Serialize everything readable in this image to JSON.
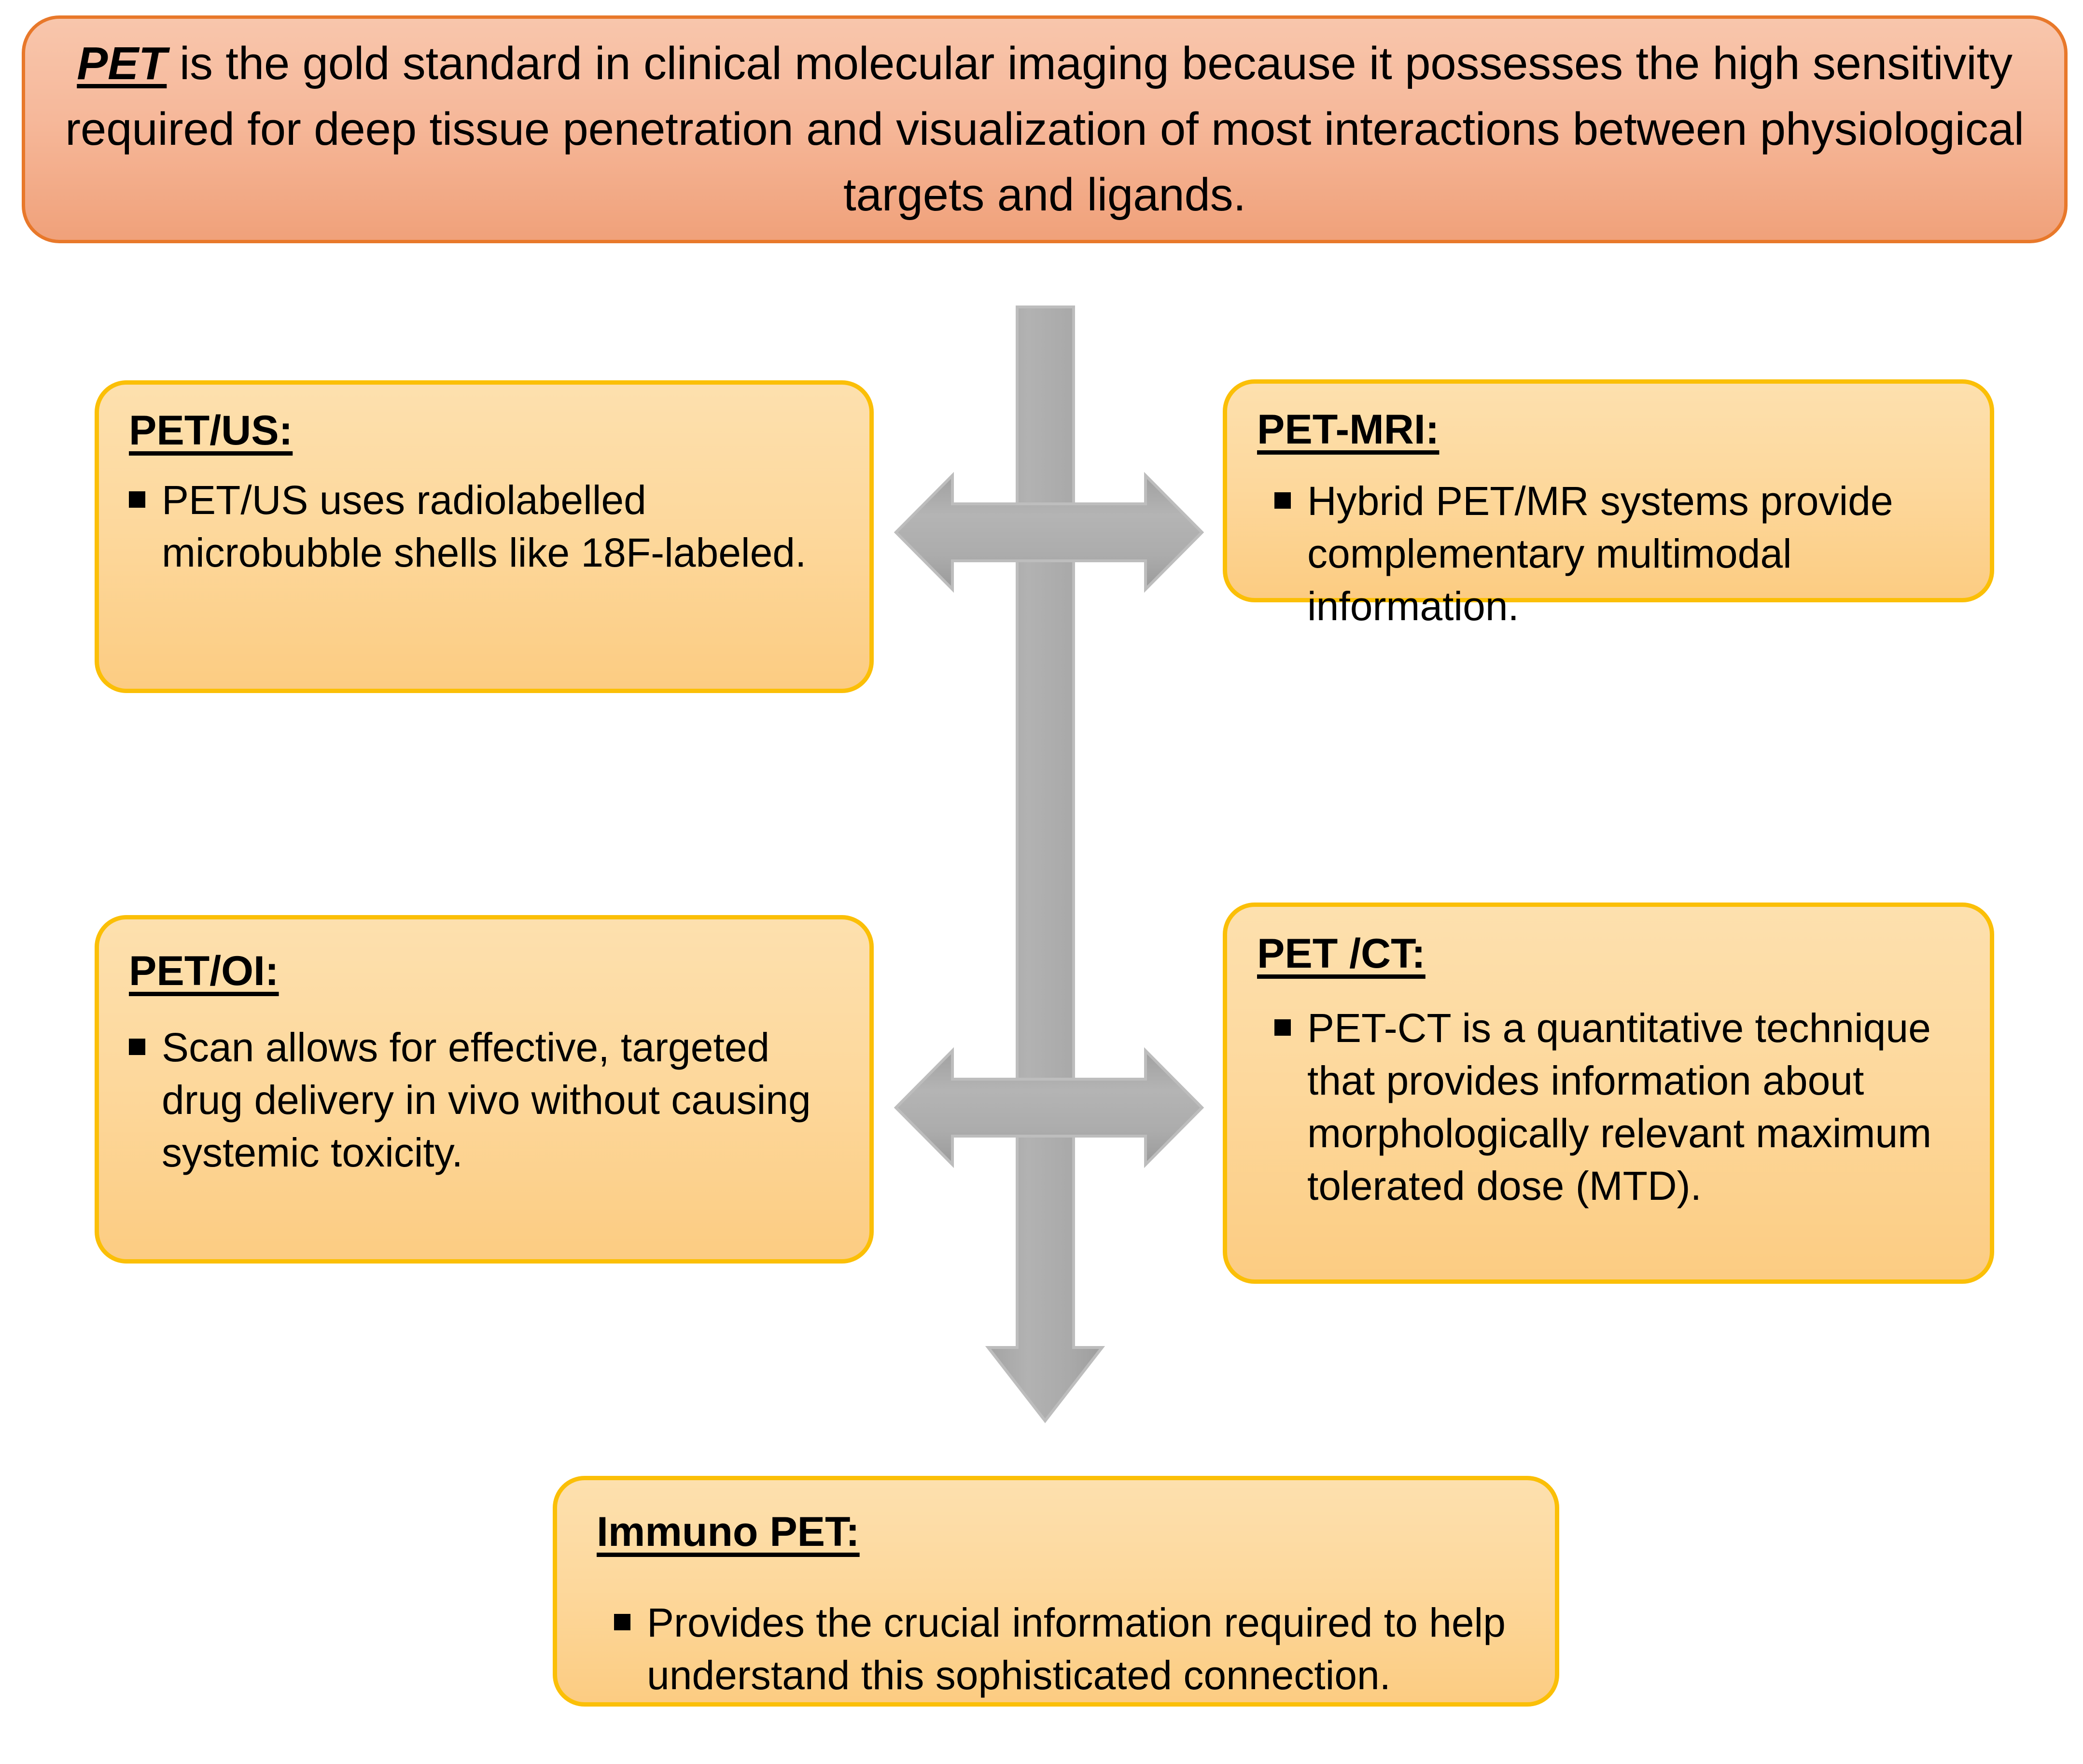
{
  "header": {
    "keyword": "PET",
    "rest": " is the gold standard in clinical molecular imaging because it possesses the high sensitivity required for deep tissue penetration and visualization of most interactions between physiological targets and ligands."
  },
  "boxes": [
    {
      "id": "pet-us",
      "title": "PET/US:",
      "bullet": "PET/US uses radiolabelled microbubble shells like 18F-labeled."
    },
    {
      "id": "pet-mri",
      "title": "PET-MRI:",
      "bullet": "Hybrid PET/MR systems provide complementary multimodal information."
    },
    {
      "id": "pet-oi",
      "title": "PET/OI:",
      "bullet": "Scan allows for effective, targeted drug delivery in vivo without causing systemic toxicity."
    },
    {
      "id": "pet-ct",
      "title": "PET /CT:",
      "bullet": "PET-CT is a quantitative technique that provides information about morphologically relevant maximum tolerated dose (MTD)."
    },
    {
      "id": "immuno-pet",
      "title": "Immuno PET:",
      "bullet": "Provides the crucial information required to help understand this sophisticated connection."
    }
  ],
  "arrows": {
    "vertical_down": "down-arrow",
    "horizontal_top": "double-headed-arrow",
    "horizontal_bottom": "double-headed-arrow"
  },
  "colors": {
    "header_fill_top": "#F8C6AC",
    "header_fill_bottom": "#F0A17A",
    "header_border": "#E8782A",
    "box_fill_top": "#FDE0AE",
    "box_fill_bottom": "#FCCC82",
    "box_border": "#FBBF07",
    "arrow_fill": "#A6A6A6",
    "arrow_edge": "#BFBFBF",
    "text": "#000000",
    "background": "#FFFFFF"
  }
}
